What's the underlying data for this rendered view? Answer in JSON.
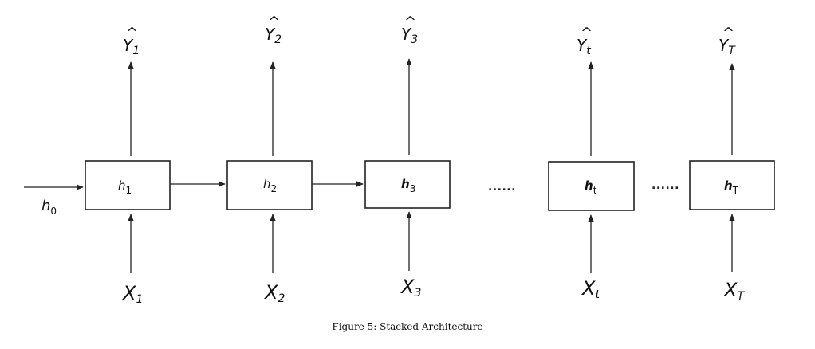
{
  "initial_state": {
    "base": "h",
    "sub": "0"
  },
  "cells": [
    {
      "hidden": {
        "base": "h",
        "sub": "1"
      },
      "input": {
        "base": "X",
        "sub": "1"
      },
      "output": {
        "hat": "^",
        "base": "Y",
        "sub": "1"
      }
    },
    {
      "hidden": {
        "base": "h",
        "sub": "2"
      },
      "input": {
        "base": "X",
        "sub": "2"
      },
      "output": {
        "hat": "^",
        "base": "Y",
        "sub": "2"
      }
    },
    {
      "hidden": {
        "base": "h",
        "sub": "3"
      },
      "input": {
        "base": "X",
        "sub": "3"
      },
      "output": {
        "hat": "^",
        "base": "Y",
        "sub": "3"
      }
    },
    {
      "hidden": {
        "base": "h",
        "sub": "t"
      },
      "input": {
        "base": "X",
        "sub": "t"
      },
      "output": {
        "hat": "^",
        "base": "Y",
        "sub": "t"
      }
    },
    {
      "hidden": {
        "base": "h",
        "sub": "T"
      },
      "input": {
        "base": "X",
        "sub": "T"
      },
      "output": {
        "hat": "^",
        "base": "Y",
        "sub": "T"
      }
    }
  ],
  "ellipses": [
    "......",
    "......"
  ],
  "caption": "Figure 5: Stacked Architecture"
}
